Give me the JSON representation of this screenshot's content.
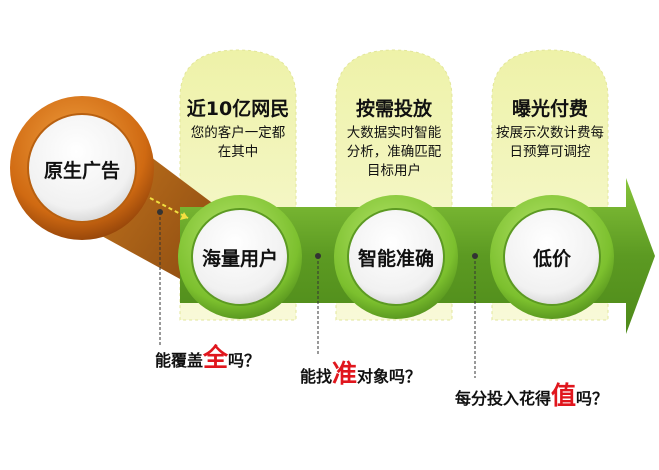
{
  "origin": {
    "label": "原生广告"
  },
  "columns": [
    {
      "title": "近10亿网民",
      "desc": "您的客户一定都在其中",
      "circle": "海量用户"
    },
    {
      "title": "按需投放",
      "desc": "大数据实时智能分析，准确匹配目标用户",
      "circle": "智能准确"
    },
    {
      "title": "曝光付费",
      "desc": "按展示次数计费每日预算可调控",
      "circle": "低价"
    }
  ],
  "questions": [
    {
      "pre": "能覆盖",
      "hl": "全",
      "post": "吗？"
    },
    {
      "pre": "能找",
      "hl": "准",
      "post": "对象吗？"
    },
    {
      "pre": "每分投入花得",
      "hl": "值",
      "post": "吗？"
    }
  ],
  "colors": {
    "arrow_green": "#6aa82a",
    "pillar_yellow": "#f2f5b4",
    "origin_orange": "#d2711a",
    "ring_green": "#8ccf37",
    "highlight_red": "#e0161d"
  }
}
